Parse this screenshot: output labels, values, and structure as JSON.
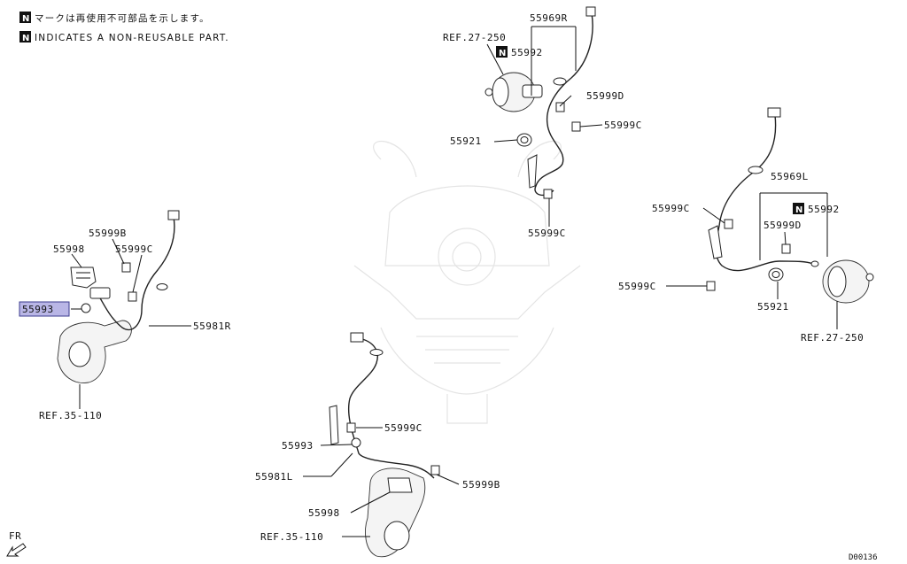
{
  "notes": {
    "japanese": "マークは再使用不可部品を示します。",
    "english": "INDICATES A NON-REUSABLE PART.",
    "n_symbol": "N"
  },
  "labels": {
    "p55969R": "55969R",
    "ref27_250_top": "REF.27-250",
    "p55992_top": "55992",
    "p55999D_top": "55999D",
    "p55921_top": "55921",
    "p55999C_top_a": "55999C",
    "p55999C_top_b": "55999C",
    "p55969L": "55969L",
    "p55999C_right_a": "55999C",
    "p55992_right": "55992",
    "p55999D_right": "55999D",
    "p55999C_right_b": "55999C",
    "p55921_right": "55921",
    "ref27_250_right": "REF.27-250",
    "p55999B_left": "55999B",
    "p55998_left": "55998",
    "p55999C_left": "55999C",
    "p55993_left": "55993",
    "p55981R": "55981R",
    "ref35_110_left": "REF.35-110",
    "p55999C_bottom": "55999C",
    "p55993_bottom": "55993",
    "p55981L": "55981L",
    "p55999B_bottom": "55999B",
    "p55998_bottom": "55998",
    "ref35_110_bottom": "REF.35-110",
    "fr": "FR",
    "diagram_code": "D00136"
  },
  "colors": {
    "highlight": "#b9b6e6",
    "line": "#111111",
    "watermark": "#e4e4e4"
  }
}
